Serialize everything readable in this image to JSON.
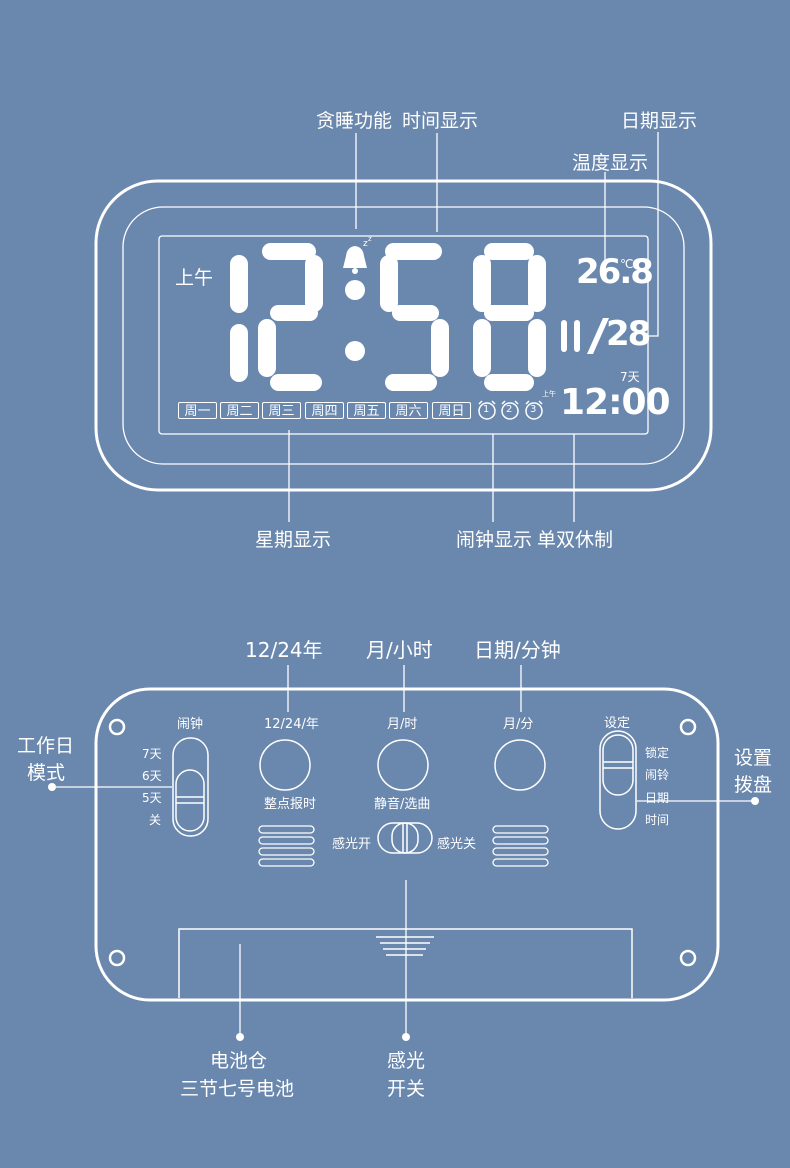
{
  "colors": {
    "background": "#6a87ad",
    "line": "#ffffff"
  },
  "top_labels": {
    "snooze": "贪睡功能",
    "time_display": "时间显示",
    "date_display": "日期显示",
    "temp_display": "温度显示",
    "week_display": "星期显示",
    "alarm_display": "闹钟显示",
    "workday": "单双休制"
  },
  "lcd": {
    "am_label": "上午",
    "time_hours": "12",
    "time_minutes": "58",
    "temperature": "26.8",
    "temp_unit": "℃",
    "date": "11/28",
    "workday_mode": "7天",
    "alarm_am": "上午",
    "alarm_time": "12:00",
    "weekdays": [
      "周一",
      "周二",
      "周三",
      "周四",
      "周五",
      "周六",
      "周日"
    ],
    "alarm_slots": [
      "1",
      "2",
      "3"
    ]
  },
  "back_labels": {
    "btn1_top": "12/24年",
    "btn2_top": "月/小时",
    "btn3_top": "日期/分钟",
    "workday_mode_1": "工作日",
    "workday_mode_2": "模式",
    "settings_dial_1": "设置",
    "settings_dial_2": "拨盘",
    "battery_1": "电池仓",
    "battery_2": "三节七号电池",
    "light_sensor_1": "感光",
    "light_sensor_2": "开关"
  },
  "back_panel": {
    "alarm_switch_title": "闹钟",
    "alarm_options": [
      "7天",
      "6天",
      "5天",
      "关"
    ],
    "btn1_label": "12/24/年",
    "btn2_label": "月/时",
    "btn3_label": "月/分",
    "btn1_sub": "整点报时",
    "btn2_sub": "静音/选曲",
    "light_on": "感光开",
    "light_off": "感光关",
    "settings_title": "设定",
    "settings_options": [
      "锁定",
      "闹铃",
      "日期",
      "时间"
    ]
  }
}
